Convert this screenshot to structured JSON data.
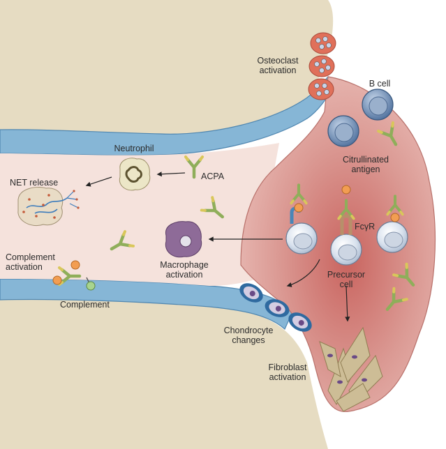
{
  "labels": {
    "osteoclast_line1": "Osteoclast",
    "osteoclast_line2": "activation",
    "b_cell": "B cell",
    "citrullinated_line1": "Citrullinated",
    "citrullinated_line2": "antigen",
    "neutrophil": "Neutrophil",
    "acpa": "ACPA",
    "net_release": "NET release",
    "fcgr": "FcγR",
    "precursor_line1": "Precursor",
    "precursor_line2": "cell",
    "macrophage_line1": "Macrophage",
    "macrophage_line2": "activation",
    "complement_activation_line1": "Complement",
    "complement_activation_line2": "activation",
    "complement": "Complement",
    "chondrocyte_line1": "Chondrocyte",
    "chondrocyte_line2": "changes",
    "fibroblast_line1": "Fibroblast",
    "fibroblast_line2": "activation"
  },
  "colors": {
    "bone": "#e6dcc2",
    "cartilage": "#86b6d6",
    "synovial_space": "#f5e2dc",
    "pannus": "#dc9e98",
    "antibody_green": "#8fae5a",
    "antigen_orange": "#f29d52",
    "osteoclast_red": "#e0705a"
  }
}
